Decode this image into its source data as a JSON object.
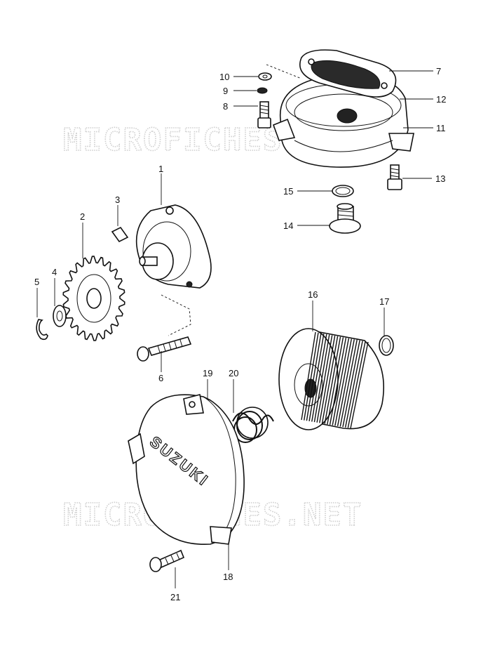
{
  "watermark": "MICROFICHES.NET",
  "brand_text": "SUZUKI",
  "callouts": [
    {
      "id": "1",
      "label": "1"
    },
    {
      "id": "2",
      "label": "2"
    },
    {
      "id": "3",
      "label": "3"
    },
    {
      "id": "4",
      "label": "4"
    },
    {
      "id": "5",
      "label": "5"
    },
    {
      "id": "6",
      "label": "6"
    },
    {
      "id": "7",
      "label": "7"
    },
    {
      "id": "8",
      "label": "8"
    },
    {
      "id": "9",
      "label": "9"
    },
    {
      "id": "10",
      "label": "10"
    },
    {
      "id": "11",
      "label": "11"
    },
    {
      "id": "12",
      "label": "12"
    },
    {
      "id": "13",
      "label": "13"
    },
    {
      "id": "14",
      "label": "14"
    },
    {
      "id": "15",
      "label": "15"
    },
    {
      "id": "16",
      "label": "16"
    },
    {
      "id": "17",
      "label": "17"
    },
    {
      "id": "18",
      "label": "18"
    },
    {
      "id": "19",
      "label": "19"
    },
    {
      "id": "20",
      "label": "20"
    },
    {
      "id": "21",
      "label": "21"
    }
  ]
}
